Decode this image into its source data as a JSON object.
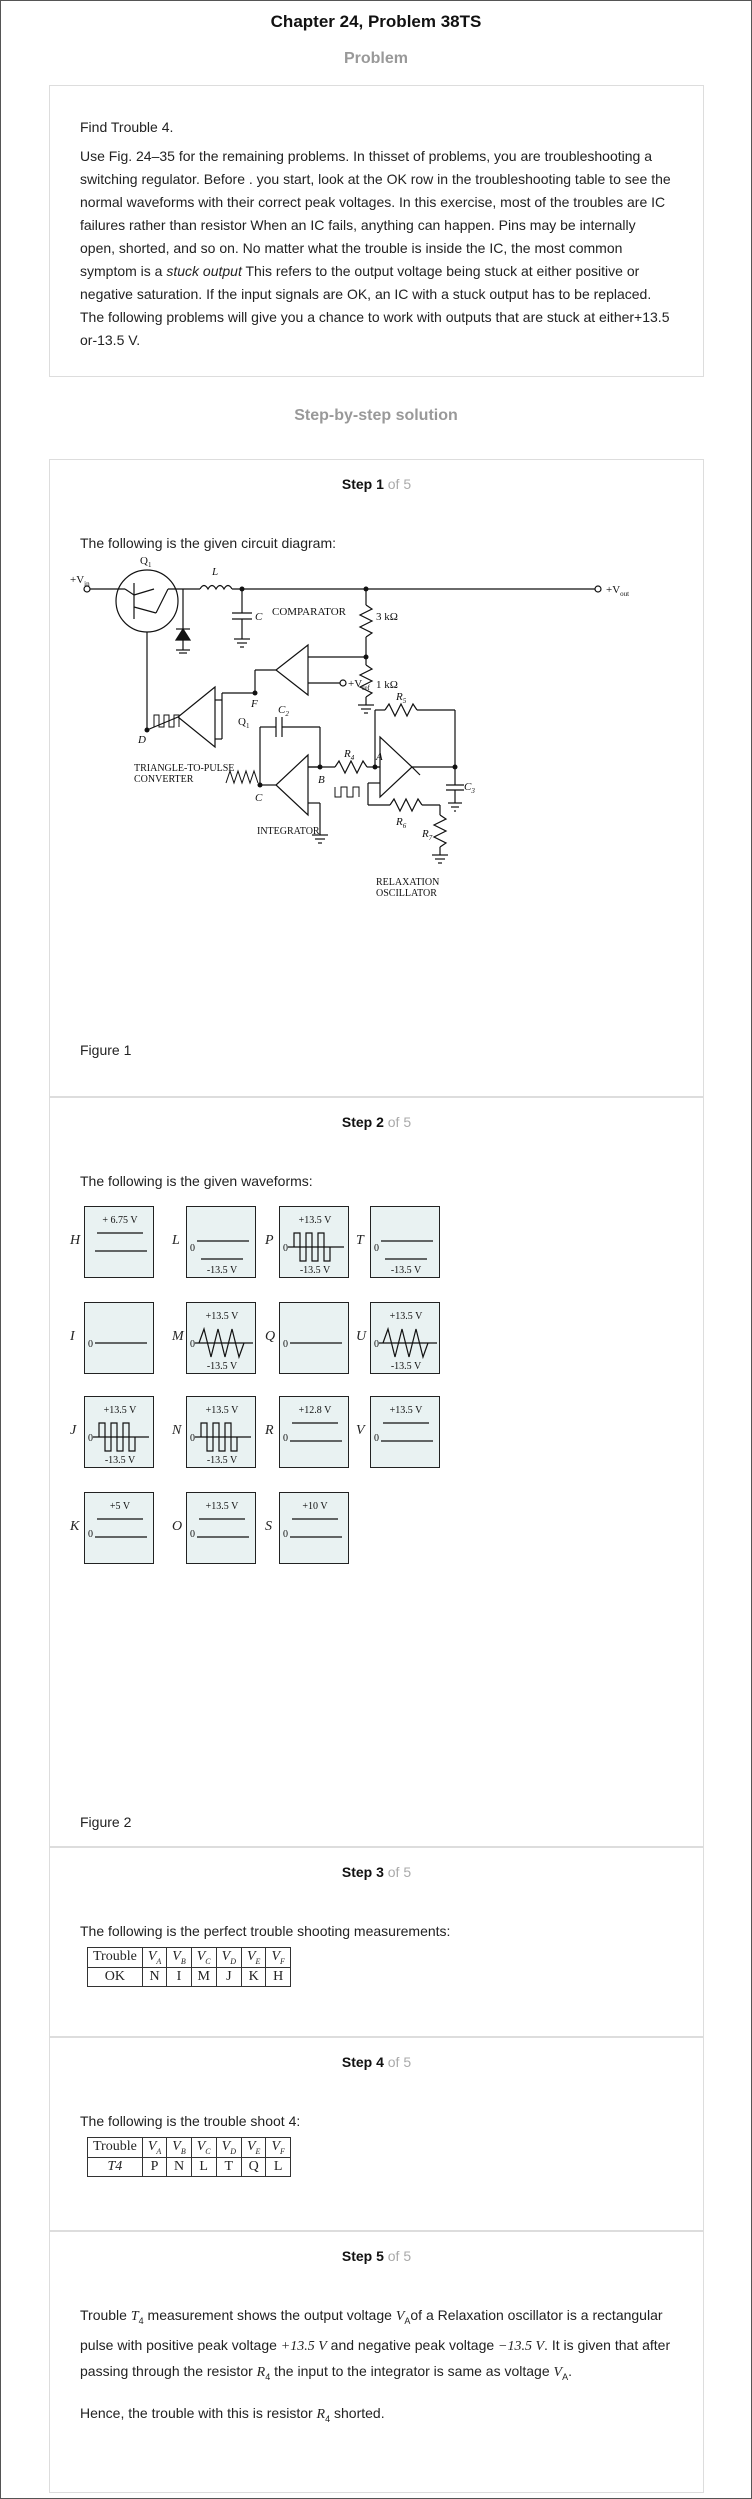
{
  "header": {
    "title": "Chapter 24, Problem 38TS",
    "problem_label": "Problem",
    "solution_label": "Step-by-step solution"
  },
  "problem": {
    "line1": "Find Trouble 4.",
    "body": "Use Fig. 24–35 for the remaining problems. In thisset of problems, you are troubleshooting a switching regulator. Before . you start, look at the OK row in the troubleshooting table to see the normal waveforms with their correct peak voltages. In this exercise, most of the troubles are IC failures rather than resistor    When an IC fails, anything can happen. Pins may be internally open, shorted, and so on. No matter what the trouble is inside the IC, the most common symptom is a ",
    "italic": "stuck output",
    "body2": "    This refers to the output voltage being stuck at either positive or negative saturation. If the input signals are OK, an IC with a stuck output has to be replaced. The following problems will give you a chance to work with outputs that are stuck at either+13.5 or-13.5 V."
  },
  "steps": [
    {
      "label": "Step 1",
      "of": "of 5",
      "text": "The following is the given circuit diagram:",
      "caption": "Figure 1"
    },
    {
      "label": "Step 2",
      "of": "of 5",
      "text": "The following is the given waveforms:",
      "caption": "Figure 2"
    },
    {
      "label": "Step 3",
      "of": "of 5",
      "text": "The following is the perfect trouble shooting measurements:"
    },
    {
      "label": "Step 4",
      "of": "of 5",
      "text": "The following is the trouble shoot 4:"
    },
    {
      "label": "Step 5",
      "of": "of 5"
    }
  ],
  "circuit": {
    "vin": "+V",
    "vin_sub": "in",
    "vout": "+V",
    "vout_sub": "out",
    "q1_top": "Q",
    "q1_top_sub": "1",
    "q1_mid": "Q",
    "q1_mid_sub": "1",
    "L": "L",
    "C": "C",
    "comparator": "COMPARATOR",
    "r3k": "3 kΩ",
    "r1k": "1 kΩ",
    "vref": "+V",
    "vref_sub": "ref",
    "F": "F",
    "D": "D",
    "ttp1": "TRIANGLE-TO-PULSE",
    "ttp2": "CONVERTER",
    "C2": "C",
    "C2_sub": "2",
    "R4": "R",
    "R4_sub": "4",
    "R5": "R",
    "R5_sub": "5",
    "R6": "R",
    "R6_sub": "6",
    "R7": "R",
    "R7_sub": "7",
    "C3": "C",
    "C3_sub": "3",
    "A": "A",
    "B": "B",
    "Cnode": "C",
    "integrator": "INTEGRATOR",
    "relax1": "RELAXATION",
    "relax2": "OSCILLATOR"
  },
  "waveforms": [
    {
      "id": "H",
      "top": "+ 6.75 V",
      "bottom": "",
      "type": "dc_pos"
    },
    {
      "id": "L",
      "top": "",
      "bottom": "-13.5 V",
      "type": "dc_neg",
      "zero": "0"
    },
    {
      "id": "P",
      "top": "+13.5 V",
      "bottom": "-13.5 V",
      "type": "square",
      "zero": "0"
    },
    {
      "id": "T",
      "top": "",
      "bottom": "-13.5 V",
      "type": "dc_neg",
      "zero": "0"
    },
    {
      "id": "I",
      "top": "",
      "bottom": "",
      "type": "zero",
      "zero": "0"
    },
    {
      "id": "M",
      "top": "+13.5 V",
      "bottom": "-13.5 V",
      "type": "triangle",
      "zero": "0"
    },
    {
      "id": "Q",
      "top": "",
      "bottom": "",
      "type": "zero",
      "zero": "0"
    },
    {
      "id": "U",
      "top": "+13.5 V",
      "bottom": "-13.5 V",
      "type": "triangle",
      "zero": "0"
    },
    {
      "id": "J",
      "top": "+13.5 V",
      "bottom": "-13.5 V",
      "type": "square",
      "zero": "0"
    },
    {
      "id": "N",
      "top": "+13.5 V",
      "bottom": "-13.5 V",
      "type": "square",
      "zero": "0"
    },
    {
      "id": "R",
      "top": "+12.8 V",
      "bottom": "",
      "type": "dc_pos",
      "zero": "0"
    },
    {
      "id": "V",
      "top": "+13.5 V",
      "bottom": "",
      "type": "dc_pos",
      "zero": "0"
    },
    {
      "id": "K",
      "top": "+5 V",
      "bottom": "",
      "type": "dc_pos",
      "zero": "0"
    },
    {
      "id": "O",
      "top": "+13.5 V",
      "bottom": "",
      "type": "dc_pos",
      "zero": "0"
    },
    {
      "id": "S",
      "top": "+10 V",
      "bottom": "",
      "type": "dc_pos",
      "zero": "0"
    }
  ],
  "table_ok": {
    "headers": [
      "Trouble",
      "V",
      "V",
      "V",
      "V",
      "V",
      "V"
    ],
    "subs": [
      "",
      "A",
      "B",
      "C",
      "D",
      "E",
      "F"
    ],
    "row": [
      "OK",
      "N",
      "I",
      "M",
      "J",
      "K",
      "H"
    ]
  },
  "table_t4": {
    "headers": [
      "Trouble",
      "V",
      "V",
      "V",
      "V",
      "V",
      "V"
    ],
    "subs": [
      "",
      "A",
      "B",
      "C",
      "D",
      "E",
      "F"
    ],
    "row": [
      "T4",
      "P",
      "N",
      "L",
      "T",
      "Q",
      "L"
    ]
  },
  "step5": {
    "p1a": "Trouble ",
    "T": "T",
    "T_sub": "4",
    "p1b": " measurement shows the output voltage ",
    "V": "V",
    "V_sub": "A",
    "p1c": "of a Relaxation oscillator is a rectangular pulse with positive peak voltage ",
    "pos": "+13.5 V",
    "p1d": " and negative peak voltage ",
    "neg": "−13.5 V",
    "p1e": ". It is given that after passing through the resistor ",
    "R": "R",
    "R_sub": "4",
    "p1f": " the input to the integrator is same as voltage ",
    "V2": "V",
    "V2_sub": "A",
    "p1g": ".",
    "p2a": "Hence, the trouble with this is resistor ",
    "R2": "R",
    "R2_sub": "4",
    "p2b": " shorted."
  }
}
